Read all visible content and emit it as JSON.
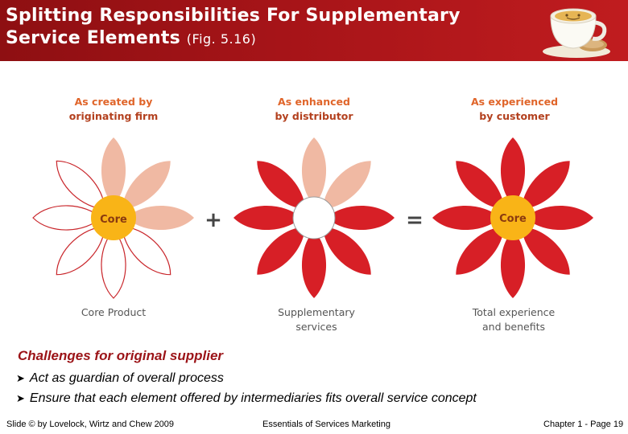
{
  "header": {
    "title_line1": "Splitting Responsibilities For Supplementary",
    "title_line2": "Service Elements",
    "fig_ref": "(Fig. 5.16)"
  },
  "diagram": {
    "columns": [
      {
        "top_line1": "As created by",
        "top_line2": "originating firm",
        "center": "Core",
        "bottom_line1": "Core Product",
        "bottom_line2": ""
      },
      {
        "top_line1": "As enhanced",
        "top_line2": "by distributor",
        "center": "",
        "bottom_line1": "Supplementary",
        "bottom_line2": "services"
      },
      {
        "top_line1": "As experienced",
        "top_line2": "by customer",
        "center": "Core",
        "bottom_line1": "Total experience",
        "bottom_line2": "and benefits"
      }
    ],
    "plus": "+",
    "equals": "=",
    "colors": {
      "red": "#d71f26",
      "pink": "#f0b9a3",
      "core": "#f9b417",
      "outline": "#c9262b"
    }
  },
  "body": {
    "heading": "Challenges for original supplier",
    "bullets": [
      "Act as guardian of overall process",
      "Ensure that each element offered by intermediaries fits overall service concept"
    ]
  },
  "footer": {
    "left": "Slide © by Lovelock, Wirtz and Chew 2009",
    "center": "Essentials of Services Marketing",
    "right": "Chapter 1 - Page 19"
  }
}
